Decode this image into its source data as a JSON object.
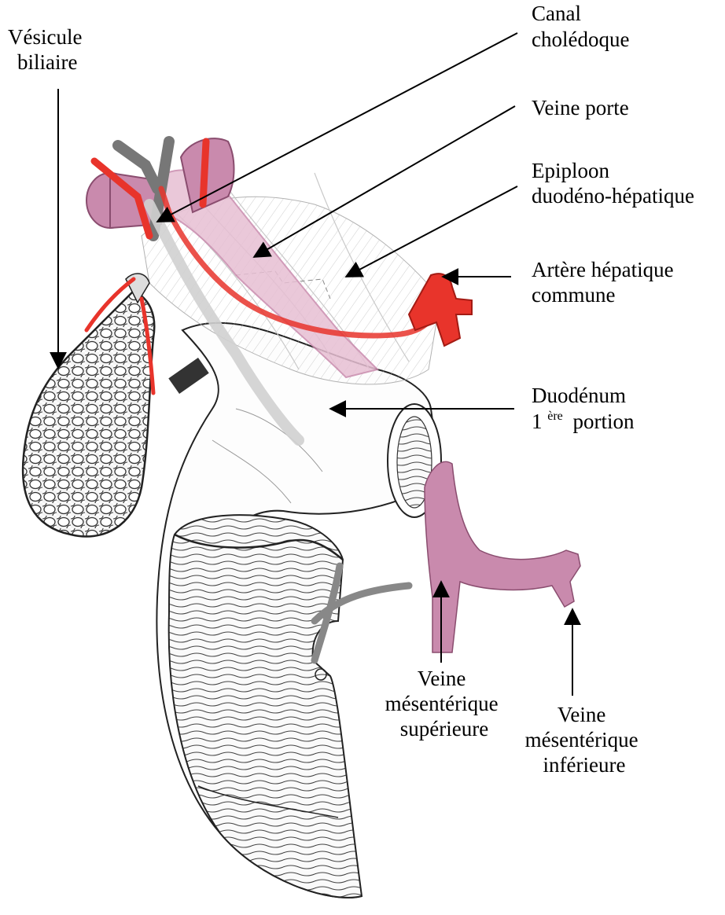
{
  "labels": {
    "vesicule": [
      "Vésicule",
      "biliaire"
    ],
    "canal": [
      "Canal",
      "cholédoque"
    ],
    "veine_porte": [
      "Veine porte"
    ],
    "epiploon": [
      "Epiploon",
      "duodéno-hépatique"
    ],
    "artere": [
      "Artère hépatique",
      "commune"
    ],
    "duodenum": {
      "number": "1",
      "superscript": "ère",
      "line1": "Duodénum",
      "line2_rest": "portion"
    },
    "vms": [
      "Veine",
      "mésentérique",
      "supérieure"
    ],
    "vmi": [
      "Veine",
      "mésentérique",
      "inférieure"
    ]
  },
  "colors": {
    "artery": "#e8342b",
    "vein": "#c98aad",
    "vein_light": "#e7bfd3",
    "ink": "#222222",
    "label": "#000000"
  }
}
